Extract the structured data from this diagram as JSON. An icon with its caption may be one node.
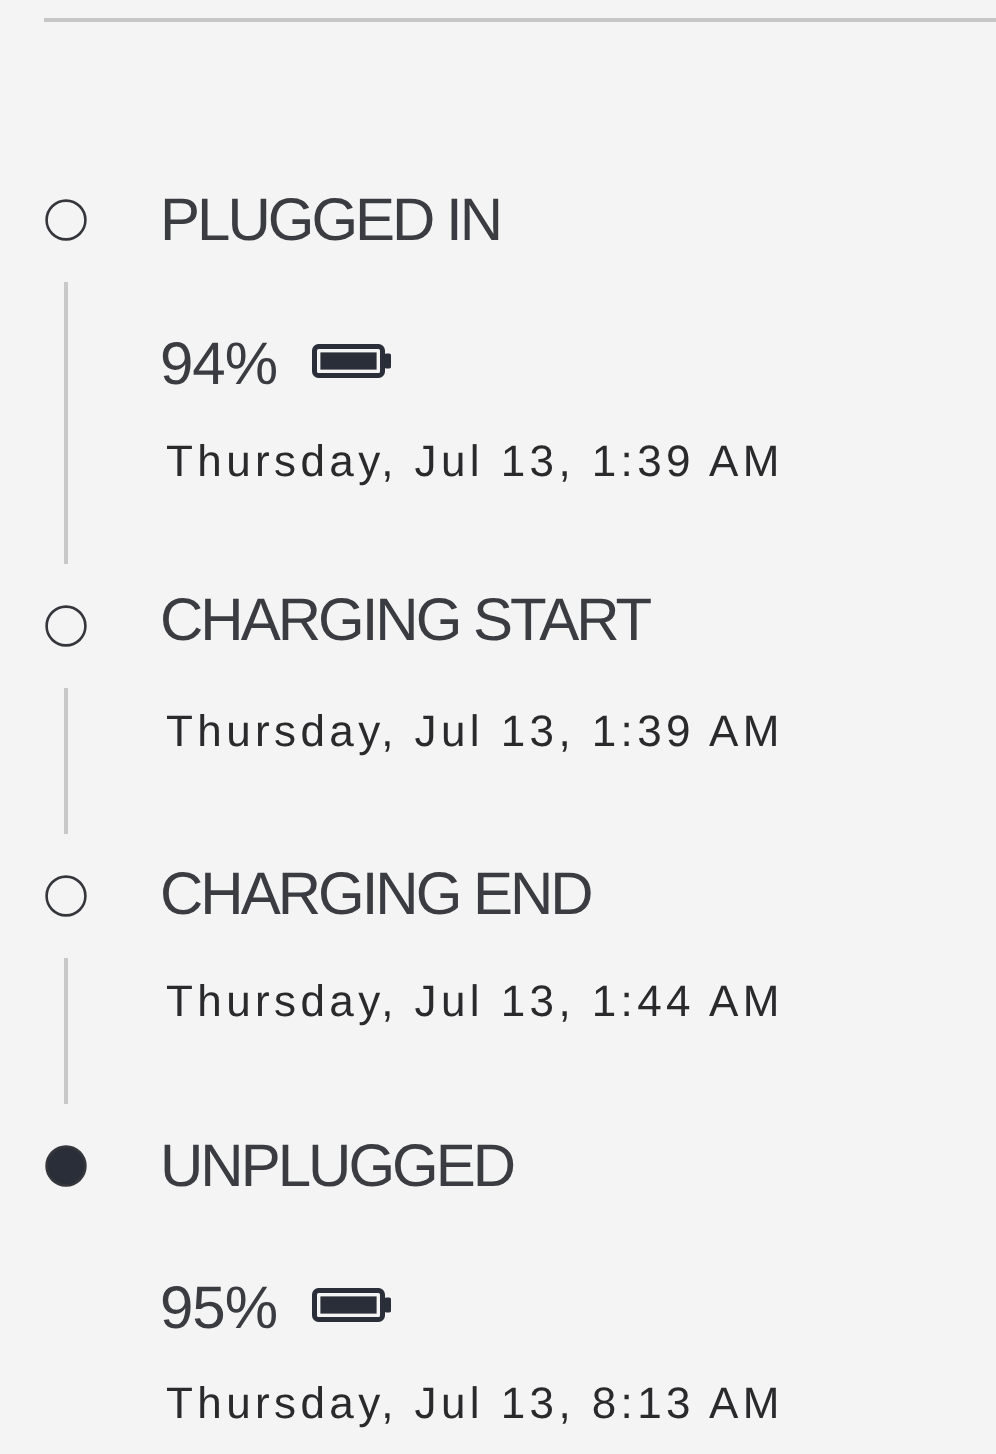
{
  "diagram": {
    "nodes": [
      {
        "text": [],
        "shape": "circle",
        "beside": [
          "PLUGGED IN",
          "94%",
          "Thursday, Jul 13, 1:39 AM"
        ]
      },
      {
        "text": [],
        "shape": "circle",
        "beside": [
          "CHARGING START",
          "Thursday, Jul 13, 1:39 AM"
        ]
      },
      {
        "text": [],
        "shape": "circle",
        "beside": [
          "CHARGING END",
          "Thursday, Jul 13, 1:44 AM"
        ]
      },
      {
        "text": [],
        "shape": "circle",
        "beside": [
          "UNPLUGGED",
          "95%",
          "Thursday, Jul 13, 8:13 AM"
        ]
      }
    ],
    "edges": [
      {
        "from": 0,
        "to": 1,
        "arrow": "none"
      },
      {
        "from": 1,
        "to": 2,
        "arrow": "none"
      },
      {
        "from": 2,
        "to": 3,
        "arrow": "none"
      }
    ]
  }
}
